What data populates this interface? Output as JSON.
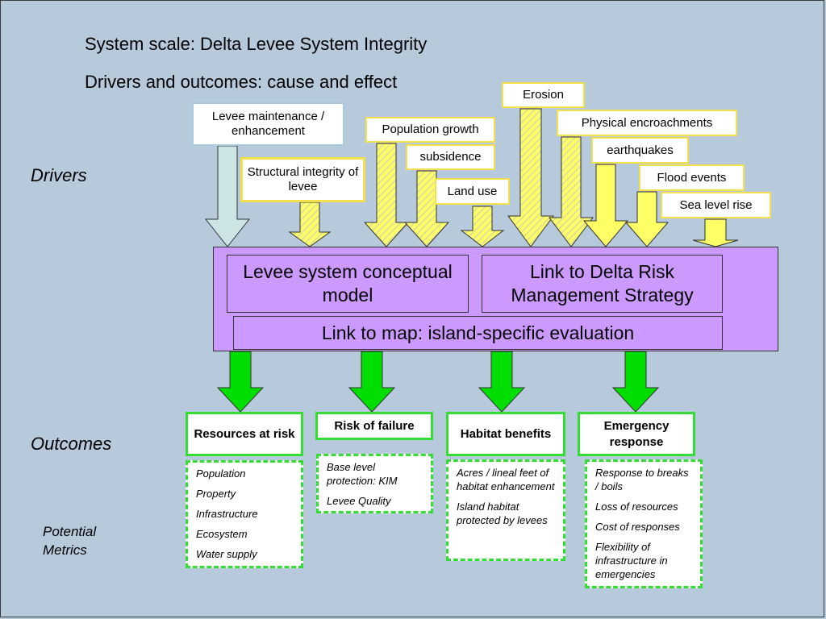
{
  "titles": {
    "line1": "System scale: Delta Levee System Integrity",
    "line2": "Drivers and outcomes: cause and effect"
  },
  "labels": {
    "drivers": "Drivers",
    "outcomes": "Outcomes",
    "potential_metrics": "Potential\nMetrics"
  },
  "drivers": [
    {
      "id": "levee-maintenance",
      "label": "Levee maintenance / enhancement"
    },
    {
      "id": "structural-integrity",
      "label": "Structural integrity of levee"
    },
    {
      "id": "population-growth",
      "label": "Population growth"
    },
    {
      "id": "subsidence",
      "label": "subsidence"
    },
    {
      "id": "land-use",
      "label": "Land use"
    },
    {
      "id": "erosion",
      "label": "Erosion"
    },
    {
      "id": "physical-encroachments",
      "label": "Physical encroachments"
    },
    {
      "id": "earthquakes",
      "label": "earthquakes"
    },
    {
      "id": "flood-events",
      "label": "Flood events"
    },
    {
      "id": "sea-level-rise",
      "label": "Sea level rise"
    }
  ],
  "central": {
    "conceptual_model": "Levee system conceptual model",
    "delta_risk": "Link to Delta Risk Management Strategy",
    "map_link": "Link to map: island-specific evaluation"
  },
  "outcomes": [
    {
      "id": "resources-at-risk",
      "label": "Resources at risk",
      "metrics": [
        "Population",
        "Property",
        "Infrastructure",
        "Ecosystem",
        "Water supply"
      ]
    },
    {
      "id": "risk-of-failure",
      "label": "Risk of failure",
      "metrics": [
        "Base level protection: KIM",
        "Levee Quality"
      ]
    },
    {
      "id": "habitat-benefits",
      "label": "Habitat benefits",
      "metrics": [
        "Acres / lineal feet of habitat enhancement",
        "Island habitat protected by levees"
      ]
    },
    {
      "id": "emergency-response",
      "label": "Emergency response",
      "metrics": [
        "Response to breaks / boils",
        "Loss of resources",
        "Cost of responses",
        "Flexibility of infrastructure in emergencies"
      ]
    }
  ],
  "colors": {
    "background": "#b7cadb",
    "driver_arrow_fill": "#ffff66",
    "driver_arrow_hatch": "#d9d9a0",
    "maintenance_arrow_fill": "#cde4e4",
    "central_box": "#cc99ff",
    "outcome_arrow": "#00dd00",
    "outcome_border": "#33dd33"
  }
}
